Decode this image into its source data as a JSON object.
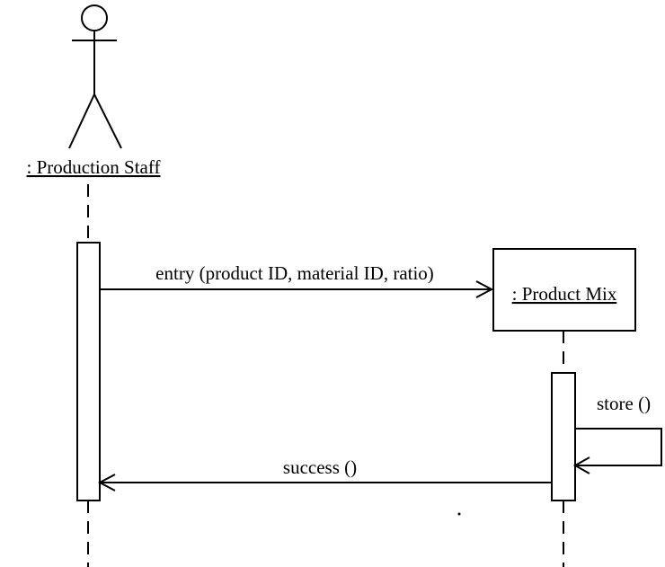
{
  "actor": {
    "label": ": Production Staff"
  },
  "object": {
    "label": ": Product Mix"
  },
  "messages": {
    "entry": "entry (product ID, material ID, ratio)",
    "store": "store ()",
    "success": "success ()"
  },
  "colors": {
    "line": "#000000",
    "background": "#ffffff"
  }
}
